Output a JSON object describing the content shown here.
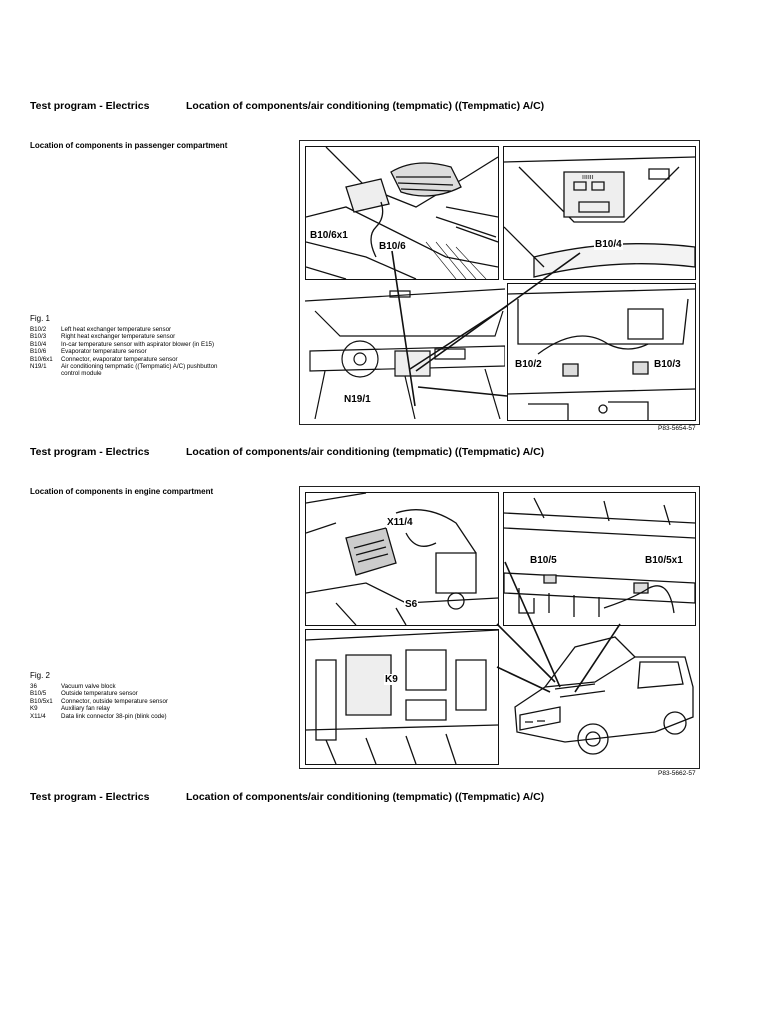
{
  "sections": [
    {
      "header_left": "Test program - Electrics",
      "header_right": "Location of components/air conditioning (tempmatic) ((Tempmatic) A/C)",
      "title": "Location of components in passenger compartment",
      "fig_label": "Fig. 1",
      "legend": [
        {
          "code": "B10/2",
          "desc": "Left heat exchanger temperature sensor"
        },
        {
          "code": "B10/3",
          "desc": "Right heat exchanger temperature sensor"
        },
        {
          "code": "B10/4",
          "desc": "In-car temperature sensor with aspirator blower (in E15)"
        },
        {
          "code": "B10/6",
          "desc": "Evaporator temperature sensor"
        },
        {
          "code": "B10/6x1",
          "desc": "Connector, evaporator temperature sensor"
        },
        {
          "code": "N19/1",
          "desc": "Air conditioning tempmatic ((Tempmatic) A/C) pushbutton control module"
        }
      ],
      "callouts": [
        "B10/6x1",
        "B10/6",
        "B10/4",
        "B10/2",
        "B10/3",
        "N19/1"
      ],
      "image_ref": "P83-5654-57"
    },
    {
      "header_left": "Test program - Electrics",
      "header_right": "Location of components/air conditioning (tempmatic) ((Tempmatic) A/C)",
      "title": "Location of components in engine compartment",
      "fig_label": "Fig. 2",
      "legend": [
        {
          "code": "36",
          "desc": "Vacuum valve block"
        },
        {
          "code": "B10/5",
          "desc": "Outside temperature sensor"
        },
        {
          "code": "B10/5x1",
          "desc": "Connector, outside temperature sensor"
        },
        {
          "code": "K9",
          "desc": "Auxiliary fan relay"
        },
        {
          "code": "X11/4",
          "desc": "Data link connector 38-pin (blink code)"
        }
      ],
      "callouts": [
        "X11/4",
        "S6",
        "B10/5",
        "B10/5x1",
        "K9"
      ],
      "image_ref": "P83-5662-57"
    },
    {
      "header_left": "Test program - Electrics",
      "header_right": "Location of components/air conditioning (tempmatic) ((Tempmatic) A/C)"
    }
  ]
}
